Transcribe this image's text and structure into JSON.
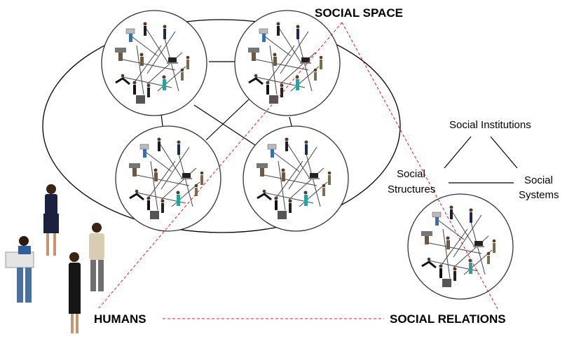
{
  "labels": {
    "social_space": "SOCIAL SPACE",
    "humans": "HUMANS",
    "social_relations": "SOCIAL RELATIONS",
    "social_institutions": "Social Institutions",
    "social_structures_line1": "Social",
    "social_structures_line2": "Structures",
    "social_systems_line1": "Social",
    "social_systems_line2": "Systems"
  },
  "colors": {
    "dashed_connector": "#e0201b",
    "outline": "#000000"
  },
  "icons": [
    "person-figure",
    "sign-holder-figure",
    "laptop-icon",
    "trash-bin-icon"
  ]
}
